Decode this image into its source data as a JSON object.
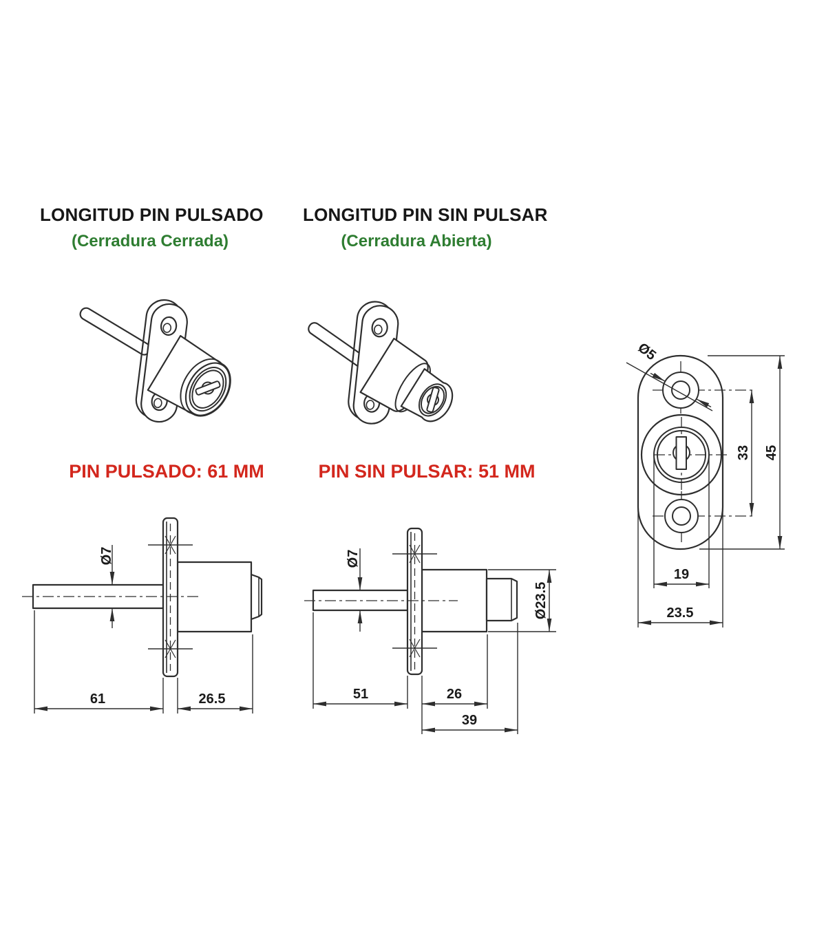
{
  "colors": {
    "background": "#ffffff",
    "line": "#2e2e2e",
    "heading_text": "#171717",
    "green_accent": "#2e7d31",
    "red_accent": "#d3271d"
  },
  "header": {
    "col1": {
      "title": "LONGITUD PIN PULSADO",
      "subtitle": "(Cerradura Cerrada)"
    },
    "col2": {
      "title": "LONGITUD PIN SIN PULSAR",
      "subtitle": "(Cerradura Abierta)"
    }
  },
  "results": {
    "col1": "PIN PULSADO: 61 MM",
    "col2": "PIN SIN PULSAR: 51 MM"
  },
  "dimensions": {
    "side_pulsado": {
      "pin_diameter": "Ø7",
      "pin_length": "61",
      "body_length": "26.5"
    },
    "side_sin_pulsar": {
      "pin_diameter": "Ø7",
      "pin_length": "51",
      "body_length": "26",
      "total_length": "39",
      "body_diameter": "Ø23.5"
    },
    "front": {
      "screw_hole_diameter": "Ø5",
      "hole_spacing": "33",
      "height": "45",
      "cylinder_width": "19",
      "width": "23.5"
    }
  }
}
